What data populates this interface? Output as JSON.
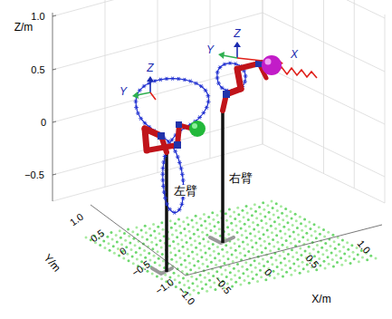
{
  "diagram": {
    "labels": [
      "Z/m",
      "1.0",
      "0.5",
      "0",
      "−0.5",
      "1.0",
      "0.5",
      "0",
      "−0.5",
      "−1.0",
      "Y/m",
      "−1.0",
      "−0.5",
      "0",
      "0.5",
      "1.0",
      "X/m",
      "Z",
      "Y",
      "Z",
      "Y",
      "X",
      "左臂",
      "右臂"
    ]
  }
}
